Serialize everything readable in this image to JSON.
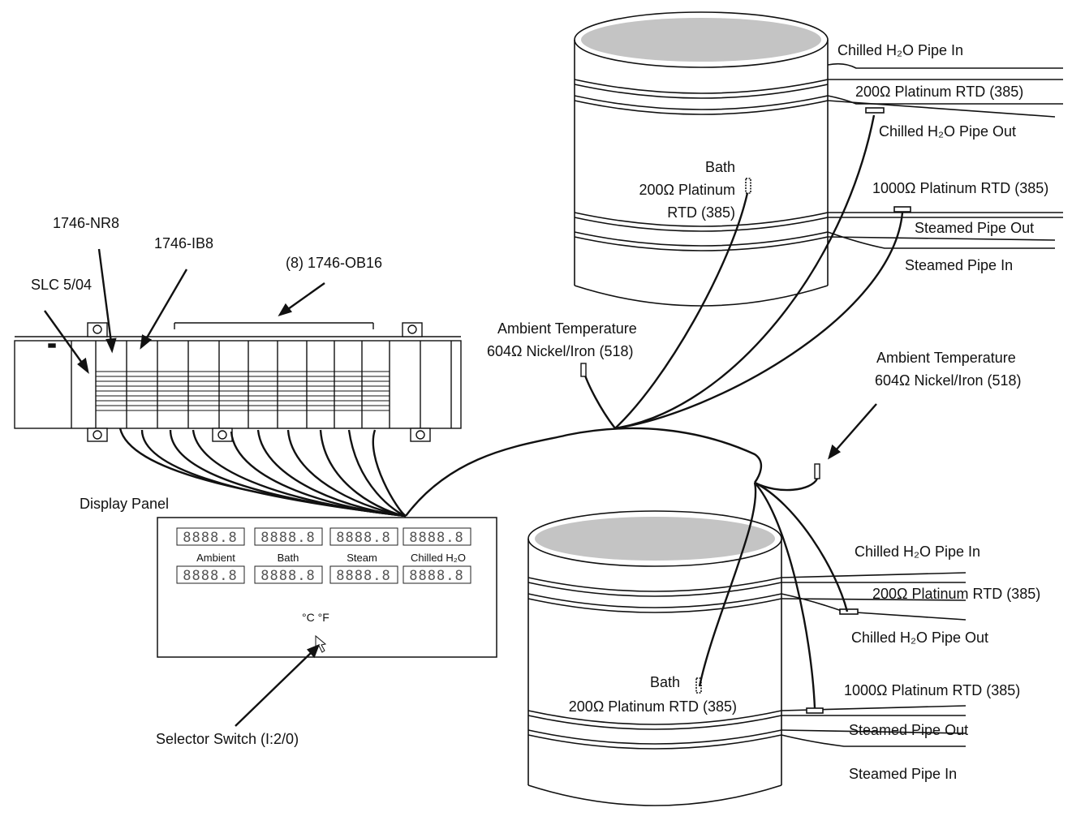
{
  "labels": {
    "slc": "SLC 5/04",
    "nr8": "1746-NR8",
    "ib8": "1746-IB8",
    "ob16": "(8) 1746-OB16",
    "display_panel": "Display Panel",
    "selector_switch": "Selector Switch (I:2/0)",
    "ambient_1_line1": "Ambient Temperature",
    "ambient_1_line2": "604Ω Nickel/Iron (518)",
    "ambient_2_line1": "Ambient Temperature",
    "ambient_2_line2": "604Ω Nickel/Iron (518)"
  },
  "panel": {
    "channels": [
      "Ambient",
      "Bath",
      "Steam",
      "Chilled H₂O"
    ],
    "segment_text": "8888.8",
    "units": "°C  °F"
  },
  "tank_top": {
    "chilled_in": "Chilled H₂O Pipe In",
    "rtd_200": "200Ω Platinum RTD (385)",
    "chilled_out": "Chilled H₂O Pipe Out",
    "bath_line1": "Bath",
    "bath_line2": "200Ω Platinum",
    "bath_line3": "RTD (385)",
    "rtd_1000": "1000Ω Platinum RTD (385)",
    "steam_out": "Steamed Pipe Out",
    "steam_in": "Steamed Pipe In"
  },
  "tank_bottom": {
    "chilled_in": "Chilled H₂O Pipe In",
    "rtd_200": "200Ω Platinum RTD (385)",
    "chilled_out": "Chilled H₂O Pipe Out",
    "bath_line1": "Bath",
    "bath_line2": "200Ω Platinum RTD (385)",
    "rtd_1000": "1000Ω Platinum RTD (385)",
    "steam_out": "Steamed Pipe Out",
    "steam_in": "Steamed Pipe In"
  }
}
